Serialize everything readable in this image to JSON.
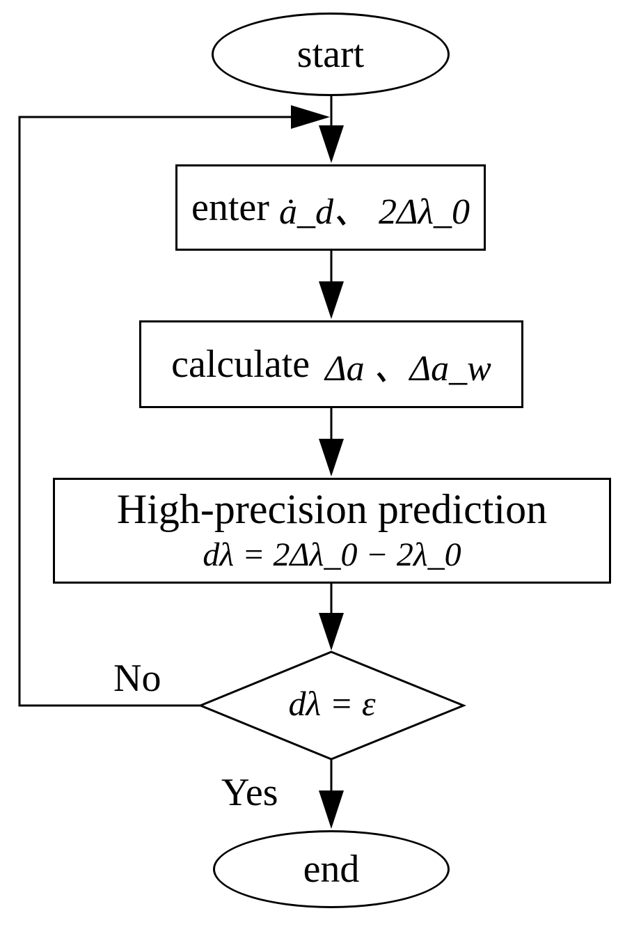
{
  "flowchart": {
    "start": {
      "label": "start"
    },
    "enter_step": {
      "word": "enter",
      "expression": "ȧ_d、 2Δλ_0"
    },
    "calculate_step": {
      "word": "calculate",
      "expression": "Δa 、Δa_w"
    },
    "prediction_step": {
      "title": "High-precision prediction",
      "formula": "dλ = 2Δλ_0 − 2λ_0"
    },
    "decision": {
      "condition": "dλ = ε",
      "no_label": "No",
      "yes_label": "Yes"
    },
    "end": {
      "label": "end"
    }
  }
}
